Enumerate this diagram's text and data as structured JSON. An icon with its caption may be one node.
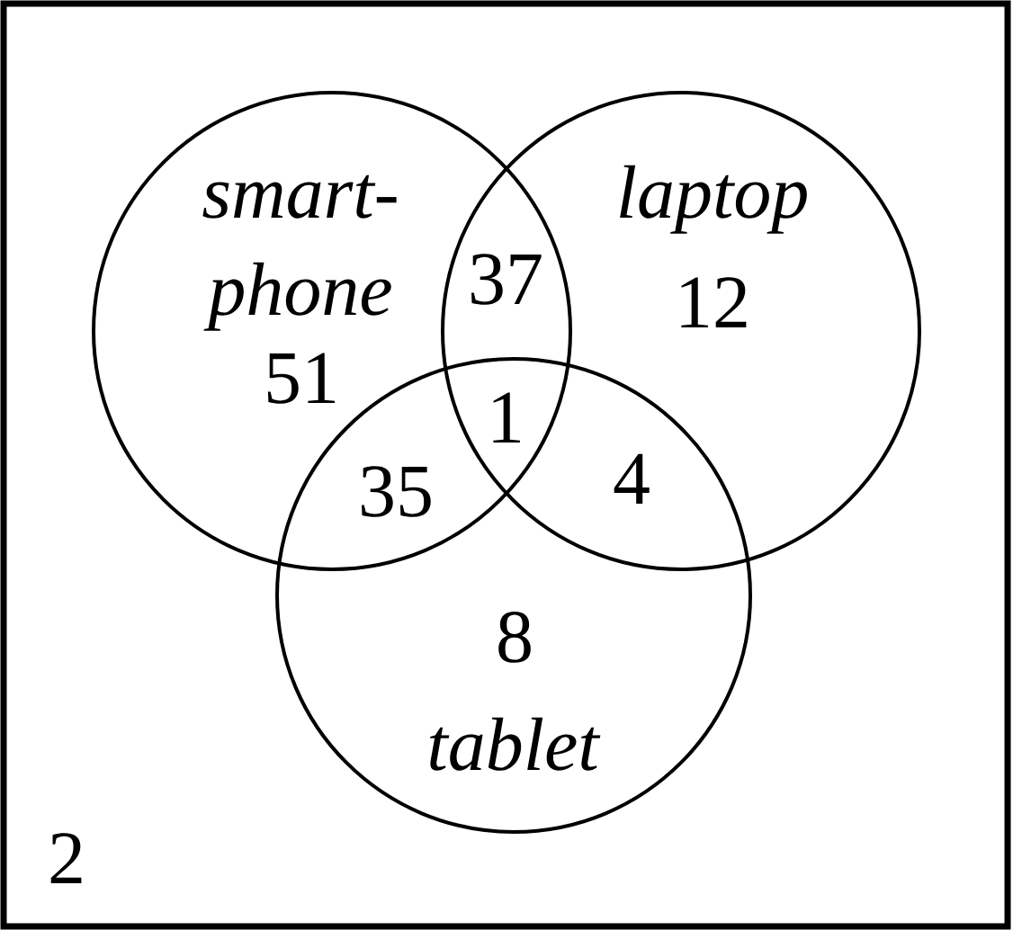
{
  "diagram": {
    "nodes": [
      {
        "text": [
          "2"
        ]
      },
      {
        "text": [
          "smart- phone",
          "51"
        ],
        "in": 0
      },
      {
        "text": [
          "laptop",
          "12"
        ],
        "in": 0
      },
      {
        "text": [
          "8",
          "tablet"
        ],
        "in": 0
      }
    ],
    "labels": [
      "37",
      "1",
      "35",
      "4"
    ]
  }
}
